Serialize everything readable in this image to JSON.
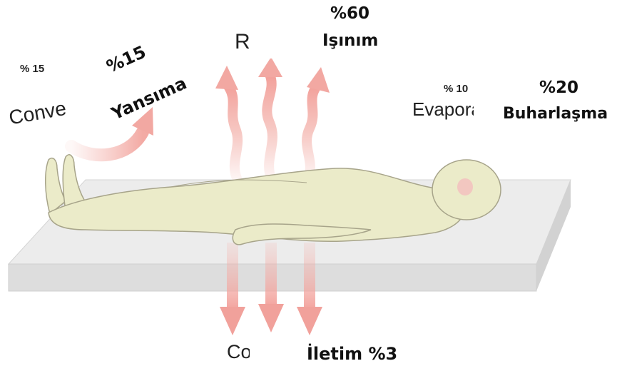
{
  "labels": {
    "radiation_pct": "%60",
    "radiation_name": "Işınım",
    "radiation_orig": "R",
    "reflection_pct": "%15",
    "reflection_name": "Yansıma",
    "convection_orig_pct": "% 15",
    "convection_orig_name": "Conve",
    "evaporation_orig_pct": "% 10",
    "evaporation_orig_name": "Evapora",
    "evaporation_pct": "%20",
    "evaporation_name": "Buharlaşma",
    "conduction_orig": "Co",
    "conduction_label": "İletim %3"
  },
  "colors": {
    "arrow_pink": "#f4b8b2",
    "body_fill": "#ebebc9",
    "body_outline": "#a7a48a",
    "mattress_top": "#ededed",
    "mattress_side": "#dcdcdc"
  }
}
